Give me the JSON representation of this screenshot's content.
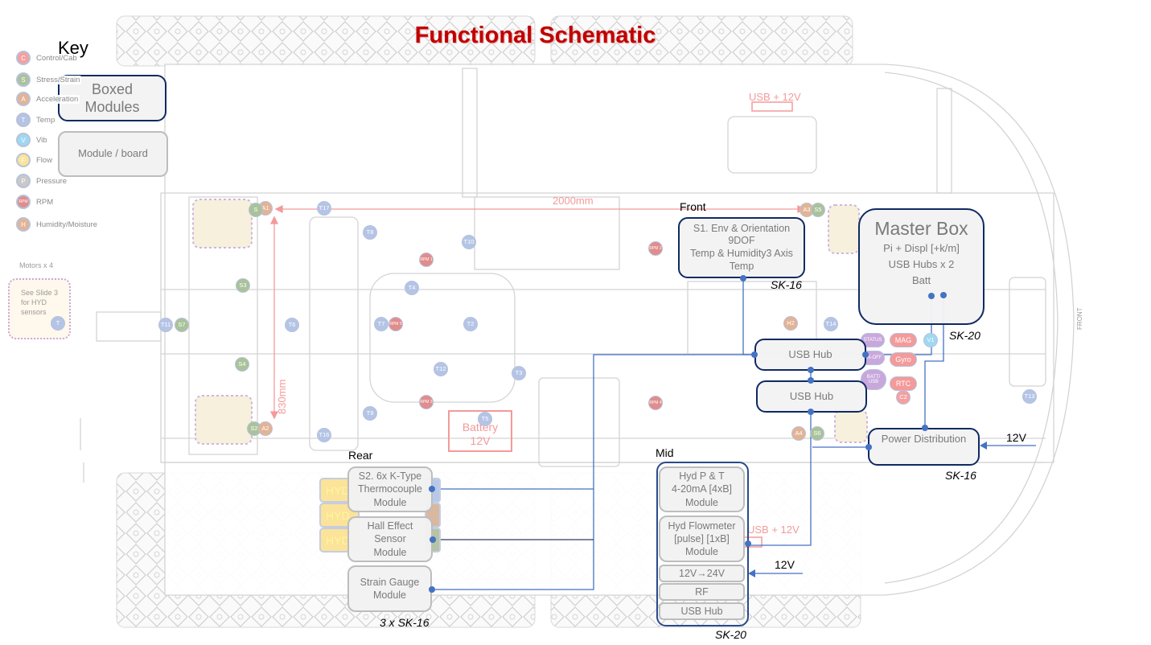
{
  "title": "Functional Schematic",
  "key": {
    "heading": "Key",
    "items": [
      {
        "letter": "C",
        "label": "Control/Cab",
        "color": "#f4a0a0"
      },
      {
        "letter": "S",
        "label": "Stress/Strain",
        "color": "#a9c29a"
      },
      {
        "letter": "A",
        "label": "Acceleration",
        "color": "#e3b395"
      },
      {
        "letter": "T",
        "label": "Temp",
        "color": "#b4c4e6"
      },
      {
        "letter": "V",
        "label": "Vib",
        "color": "#9fd8f2"
      },
      {
        "letter": "F",
        "label": "Flow",
        "color": "#fbe39a"
      },
      {
        "letter": "P",
        "label": "Pressure",
        "color": "#c9c9c9"
      },
      {
        "letter": "RPM",
        "label": "RPM",
        "color": "#e08d8d"
      },
      {
        "letter": "H",
        "label": "Humidity/Moisture",
        "color": "#e3b395"
      }
    ],
    "boxed_modules": "Boxed Modules",
    "module_board": "Module / board",
    "motors_label": "Motors x 4",
    "motors_note": "See Slide 3 for HYD sensors",
    "motors_sensor": "T"
  },
  "dimensions": {
    "length": "2000mm",
    "width": "830mm"
  },
  "labels": {
    "front": "Front",
    "rear": "Rear",
    "mid": "Mid",
    "front_side": "FRONT"
  },
  "battery": {
    "line1": "Battery",
    "line2": "12V"
  },
  "usb_12v_top": "USB + 12V",
  "usb_12v_mid": "USB + 12V",
  "modules": {
    "s1": {
      "lines": [
        "S1. Env & Orientation",
        "9DOF",
        "Temp & Humidity3 Axis",
        "Temp"
      ],
      "sk": "SK-16"
    },
    "master": {
      "title": "Master Box",
      "lines": [
        "Pi + Displ [+k/m]",
        "USB Hubs x 2",
        "Batt"
      ],
      "sk": "SK-20"
    },
    "usb_hub_1": "USB Hub",
    "usb_hub_2": "USB Hub",
    "power": {
      "label": "Power Distribution",
      "sk": "SK-16",
      "input": "12V"
    },
    "rear": {
      "boxes": [
        [
          "S2. 6x K-Type",
          "Thermocouple",
          "Module"
        ],
        [
          "Hall Effect",
          "Sensor",
          "Module"
        ],
        [
          "Strain Gauge",
          "Module"
        ]
      ],
      "sk": "3 x SK-16",
      "hyd": [
        "HYD",
        "HYD",
        "HYD"
      ]
    },
    "mid": {
      "hyd_pt": [
        "Hyd P & T",
        "4-20mA [4xB]",
        "Module"
      ],
      "hyd_flow": [
        "Hyd Flowmeter",
        "[pulse] [1xB]",
        "Module"
      ],
      "converter": "12V→24V",
      "rf": "RF",
      "usb_hub": "USB Hub",
      "sk": "SK-20",
      "input": "12V"
    }
  },
  "sensors": [
    {
      "label": "A1",
      "type": "A"
    },
    {
      "label": "S",
      "type": "S"
    },
    {
      "label": "T17",
      "type": "T"
    },
    {
      "label": "T8",
      "type": "T"
    },
    {
      "label": "T10",
      "type": "T"
    },
    {
      "label": "RPM 1",
      "type": "RPM"
    },
    {
      "label": "S3",
      "type": "S"
    },
    {
      "label": "T4",
      "type": "T"
    },
    {
      "label": "T11",
      "type": "T"
    },
    {
      "label": "S7",
      "type": "S"
    },
    {
      "label": "T6",
      "type": "T"
    },
    {
      "label": "T7",
      "type": "T"
    },
    {
      "label": "RPM 5",
      "type": "RPM"
    },
    {
      "label": "T2",
      "type": "T"
    },
    {
      "label": "T12",
      "type": "T"
    },
    {
      "label": "S4",
      "type": "S"
    },
    {
      "label": "RPM 3",
      "type": "RPM"
    },
    {
      "label": "T9",
      "type": "T"
    },
    {
      "label": "T16",
      "type": "T"
    },
    {
      "label": "S2",
      "type": "S"
    },
    {
      "label": "A2",
      "type": "A"
    },
    {
      "label": "T5",
      "type": "T"
    },
    {
      "label": "T3",
      "type": "T"
    },
    {
      "label": "RPM 2",
      "type": "RPM"
    },
    {
      "label": "A3",
      "type": "A"
    },
    {
      "label": "S5",
      "type": "S"
    },
    {
      "label": "H2",
      "type": "H"
    },
    {
      "label": "T14",
      "type": "T"
    },
    {
      "label": "RPM 4",
      "type": "RPM"
    },
    {
      "label": "A4",
      "type": "A"
    },
    {
      "label": "S6",
      "type": "S"
    },
    {
      "label": "V1",
      "type": "V"
    },
    {
      "label": "C2",
      "type": "C"
    },
    {
      "label": "T13",
      "type": "T"
    }
  ],
  "control_pills": [
    {
      "label": "STATUS",
      "color": "#c8a8dc"
    },
    {
      "label": "ON-OFF",
      "color": "#c8a8dc"
    },
    {
      "label": "BATT/ USB",
      "color": "#c8a8dc"
    },
    {
      "label": "MAG",
      "color": "#f49a9a"
    },
    {
      "label": "Gyro",
      "color": "#f49a9a"
    },
    {
      "label": "RTC",
      "color": "#f49a9a"
    }
  ],
  "colors": {
    "navy": "#0f2a63",
    "wire": "#4472c4",
    "dimension": "#f39a9a",
    "title": "#c00000"
  }
}
